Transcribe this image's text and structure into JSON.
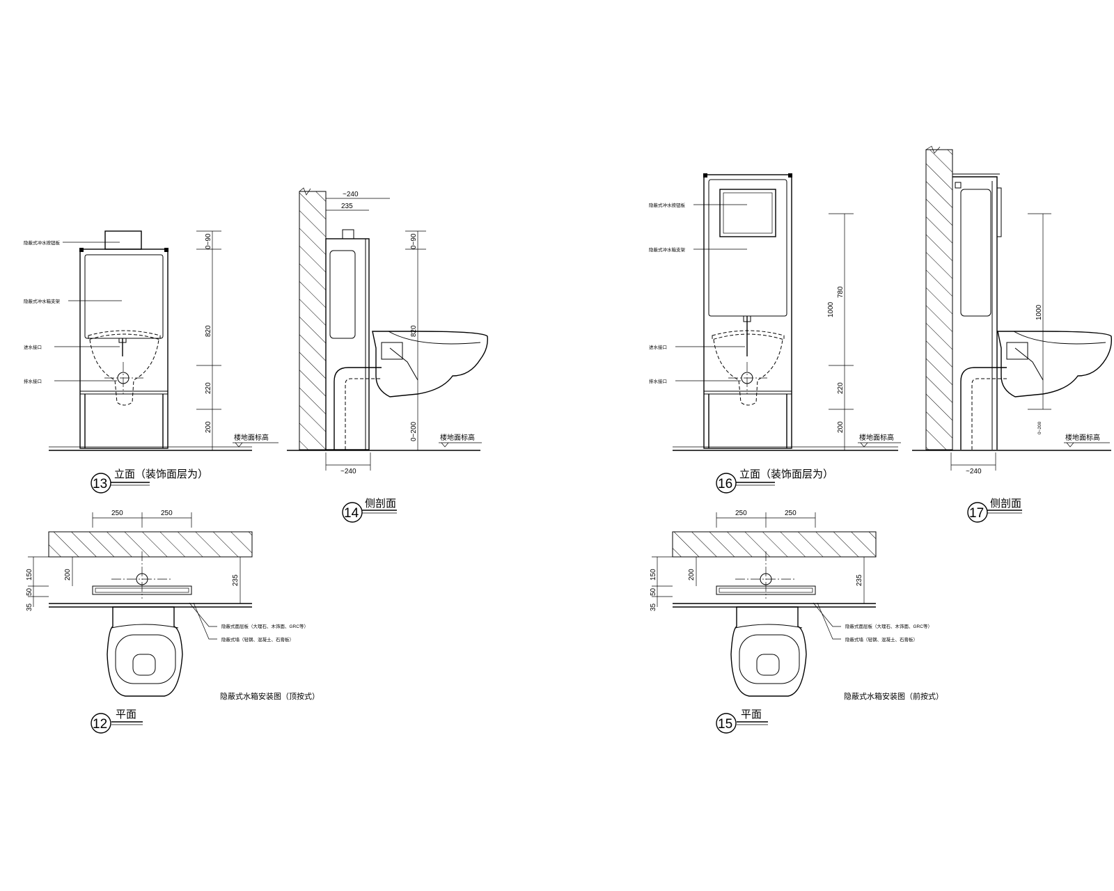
{
  "drawings": {
    "left": {
      "elev": {
        "num": "13",
        "title": "立面（装饰面层为）",
        "level": "楼地面标高",
        "notes": [
          "隐蔽式冲水按钮板",
          "隐蔽式冲水箱支架",
          "进水接口",
          "排水接口"
        ],
        "dims": [
          "0~90",
          "820",
          "220",
          "200"
        ]
      },
      "section": {
        "num": "14",
        "title": "侧剖面",
        "level": "楼地面标高",
        "dims": [
          "~240",
          "235",
          "0~90",
          "820",
          "0~200",
          "~240"
        ]
      },
      "plan": {
        "num": "12",
        "title": "平面",
        "caption": "隐蔽式水箱安装图（顶按式）",
        "notes": [
          "隐蔽式面层板（大理石、木饰面、GRC等）",
          "隐蔽式墙（轻钢、混凝土、石膏板）"
        ],
        "dims": [
          "250",
          "250",
          "150",
          "50",
          "35",
          "200",
          "235"
        ]
      }
    },
    "right": {
      "elev": {
        "num": "16",
        "title": "立面（装饰面层为）",
        "level": "楼地面标高",
        "notes": [
          "隐蔽式冲水按钮板",
          "隐蔽式冲水箱支架",
          "进水接口",
          "排水接口"
        ],
        "dims": [
          "1000",
          "780",
          "220",
          "200"
        ]
      },
      "section": {
        "num": "17",
        "title": "侧剖面",
        "level": "楼地面标高",
        "dims": [
          "1000",
          "0~200",
          "~240"
        ]
      },
      "plan": {
        "num": "15",
        "title": "平面",
        "caption": "隐蔽式水箱安装图（前按式）",
        "notes": [
          "隐蔽式面层板（大理石、木饰面、GRC等）",
          "隐蔽式墙（轻钢、混凝土、石膏板）"
        ],
        "dims": [
          "250",
          "250",
          "150",
          "50",
          "35",
          "200",
          "235"
        ]
      }
    }
  }
}
